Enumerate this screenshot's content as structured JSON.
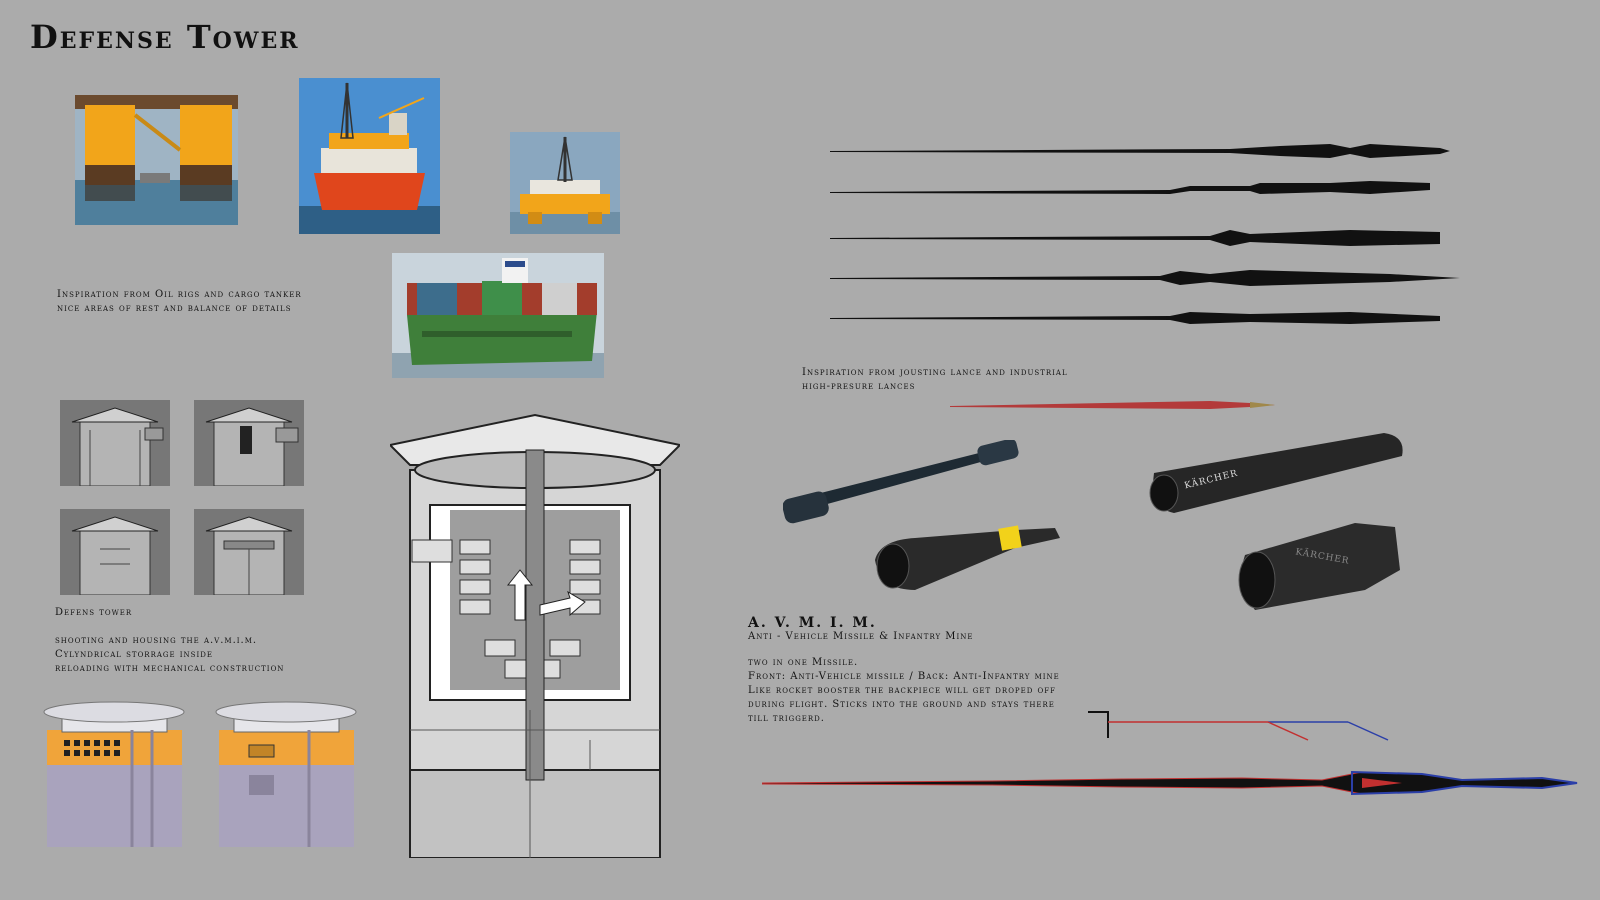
{
  "page": {
    "title": "Defense Tower"
  },
  "notes": {
    "rigs": {
      "line1": "Inspiration from Oil rigs and cargo tanker",
      "line2": "nice areas of rest and balance of details"
    },
    "tower": {
      "line1": "Defens tower",
      "line2": "shooting and housing the a.v.m.i.m.",
      "line3": "Cylyndrical storrage inside",
      "line4": "reloading with mechanical construction"
    },
    "lances": {
      "line1": "Inspiration from jousting lance and industrial",
      "line2": "high-presure lances"
    },
    "avmim": {
      "title": "A. V. M. I. M.",
      "subtitle": "Anti - Vehicle Missile & Infantry Mine",
      "line1": "two in one Missile.",
      "line2": "Front: Anti-Vehicle missile / Back: Anti-Infantry mine",
      "line3": "Like rocket booster the backpiece will get droped off",
      "line4": "during flight. Sticks into the ground and stays there",
      "line5": "till triggerd."
    }
  },
  "product_labels": {
    "nozzle_a": "KÄRCHER",
    "nozzle_b": "KÄRCHER"
  },
  "colors": {
    "background": "#ababab",
    "rig_yellow": "#f2a51a",
    "rig_red": "#e0461c",
    "ship_green": "#3f7f3a",
    "sea": "#5f8fb0",
    "tower_orange": "#f0a43a",
    "tower_lilac": "#a9a3bd",
    "lance_red": "#c23030",
    "lance_blue": "#2b3fa8"
  }
}
